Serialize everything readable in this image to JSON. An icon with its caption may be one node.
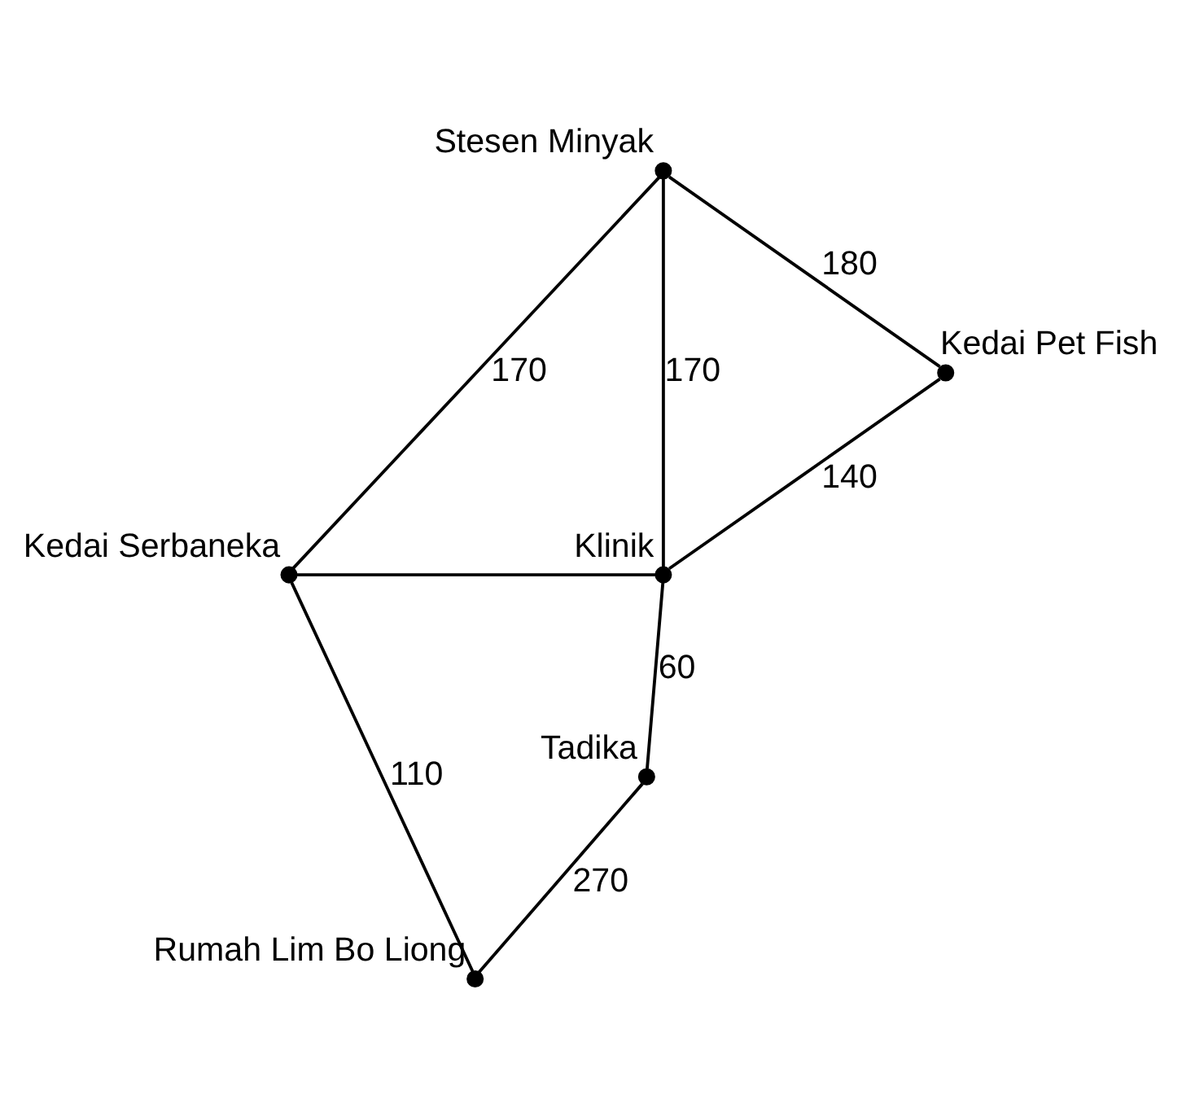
{
  "diagram": {
    "nodes": [
      {
        "text": [],
        "shape": "circle",
        "beside": [
          "Stesen Minyak"
        ]
      },
      {
        "text": [],
        "shape": "circle",
        "beside": [
          "Kedai Pet Fish"
        ]
      },
      {
        "text": [],
        "shape": "circle",
        "beside": [
          "Kedai Serbaneka"
        ]
      },
      {
        "text": [],
        "shape": "circle",
        "beside": [
          "Klinik"
        ]
      },
      {
        "text": [],
        "shape": "circle",
        "beside": [
          "Tadika"
        ]
      },
      {
        "text": [],
        "shape": "circle",
        "beside": [
          "Rumah Lim Bo Liong"
        ]
      }
    ],
    "edges": [
      {
        "from": 0,
        "to": 1,
        "arrow": "none",
        "label": "180"
      },
      {
        "from": 0,
        "to": 2,
        "arrow": "none",
        "label": "170"
      },
      {
        "from": 0,
        "to": 3,
        "arrow": "none",
        "label": "170"
      },
      {
        "from": 1,
        "to": 3,
        "arrow": "none",
        "label": "140"
      },
      {
        "from": 2,
        "to": 3,
        "arrow": "none"
      },
      {
        "from": 3,
        "to": 4,
        "arrow": "none",
        "label": "60"
      },
      {
        "from": 2,
        "to": 5,
        "arrow": "none",
        "label": "110"
      },
      {
        "from": 4,
        "to": 5,
        "arrow": "none",
        "label": "270"
      }
    ]
  }
}
